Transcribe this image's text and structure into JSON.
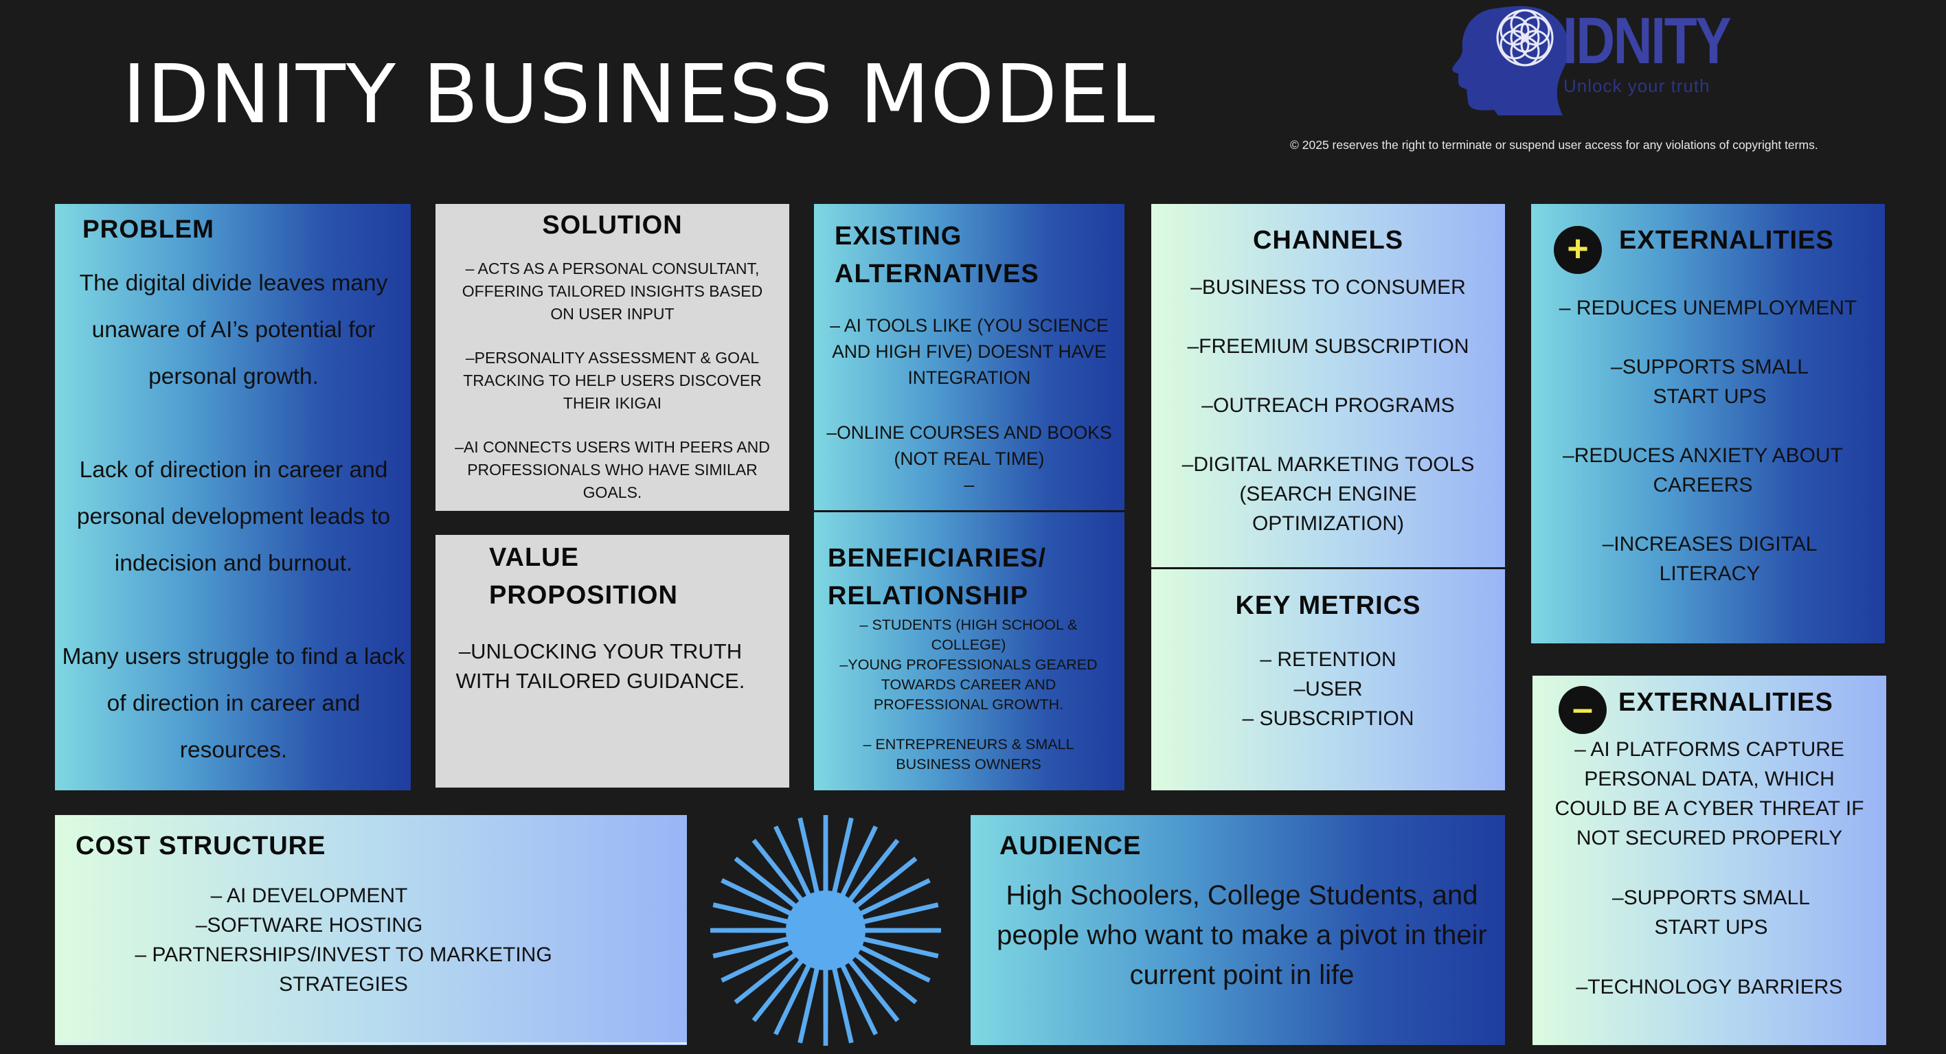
{
  "header": {
    "title": "IDNITY BUSINESS MODEL",
    "logo_word": "IDNITY",
    "logo_tagline": "Unlock your truth",
    "copyright": "©  2025 reserves the right to terminate or suspend user access for any violations of copyright terms.",
    "logo_icon": "head-with-flower-of-life-icon",
    "logo_color": "#3b43a5"
  },
  "problem": {
    "heading": "PROBLEM",
    "paragraphs": [
      "The digital divide leaves many unaware of AI’s potential for personal growth.",
      "Lack of direction in career and personal development leads to indecision and burnout.",
      "Many users struggle to find  a lack of direction in career and resources."
    ]
  },
  "solution": {
    "heading": "SOLUTION",
    "items": [
      "– ACTS AS A PERSONAL CONSULTANT, OFFERING TAILORED INSIGHTS BASED ON USER INPUT",
      "–PERSONALITY ASSESSMENT & GOAL TRACKING TO HELP USERS DISCOVER THEIR IKIGAI",
      "–AI CONNECTS USERS WITH PEERS AND PROFESSIONALS WHO HAVE SIMILAR GOALS."
    ]
  },
  "value_proposition": {
    "heading_line1": "VALUE",
    "heading_line2": "PROPOSITION",
    "body": "–UNLOCKING YOUR TRUTH WITH TAILORED GUIDANCE."
  },
  "existing_alternatives": {
    "heading_line1": "EXISTING",
    "heading_line2": "ALTERNATIVES",
    "items": [
      "– AI TOOLS LIKE (YOU SCIENCE AND HIGH FIVE) DOESNT HAVE INTEGRATION",
      "–ONLINE COURSES AND BOOKS (NOT REAL TIME)",
      "–"
    ]
  },
  "beneficiaries": {
    "heading_line1": "BENEFICIARIES/",
    "heading_line2": "RELATIONSHIP",
    "items": [
      "– STUDENTS (HIGH SCHOOL & COLLEGE)",
      "–YOUNG PROFESSIONALS GEARED TOWARDS CAREER AND PROFESSIONAL GROWTH.",
      "– ENTREPRENEURS & SMALL BUSINESS OWNERS"
    ]
  },
  "channels": {
    "heading": "CHANNELS",
    "items": [
      "–BUSINESS TO CONSUMER",
      "–FREEMIUM SUBSCRIPTION",
      "–OUTREACH  PROGRAMS",
      "–DIGITAL MARKETING TOOLS (SEARCH ENGINE OPTIMIZATION)"
    ]
  },
  "key_metrics": {
    "heading": "KEY METRICS",
    "items": [
      "– RETENTION",
      "–USER",
      "– SUBSCRIPTION"
    ]
  },
  "externalities_positive": {
    "sign": "+",
    "heading": "EXTERNALITIES",
    "items": [
      "– REDUCES UNEMPLOYMENT",
      "–SUPPORTS SMALL START UPS",
      "–REDUCES ANXIETY ABOUT CAREERS",
      "–INCREASES DIGITAL LITERACY"
    ]
  },
  "externalities_negative": {
    "sign": "–",
    "heading": "EXTERNALITIES",
    "items": [
      "– AI PLATFORMS CAPTURE PERSONAL DATA, WHICH COULD BE A CYBER THREAT IF NOT SECURED PROPERLY",
      "–SUPPORTS SMALL START UPS",
      "–TECHNOLOGY BARRIERS"
    ]
  },
  "cost_structure": {
    "heading": "COST STRUCTURE",
    "items": [
      "– AI DEVELOPMENT",
      "–SOFTWARE HOSTING",
      "– PARTNERSHIPS/INVEST TO MARKETING STRATEGIES"
    ]
  },
  "audience": {
    "heading": "AUDIENCE",
    "body": "High Schoolers, College Students, and people who want to make a pivot in their current point in life"
  },
  "decoration": {
    "starburst_icon": "starburst-icon",
    "starburst_color": "#5aaaf0"
  }
}
